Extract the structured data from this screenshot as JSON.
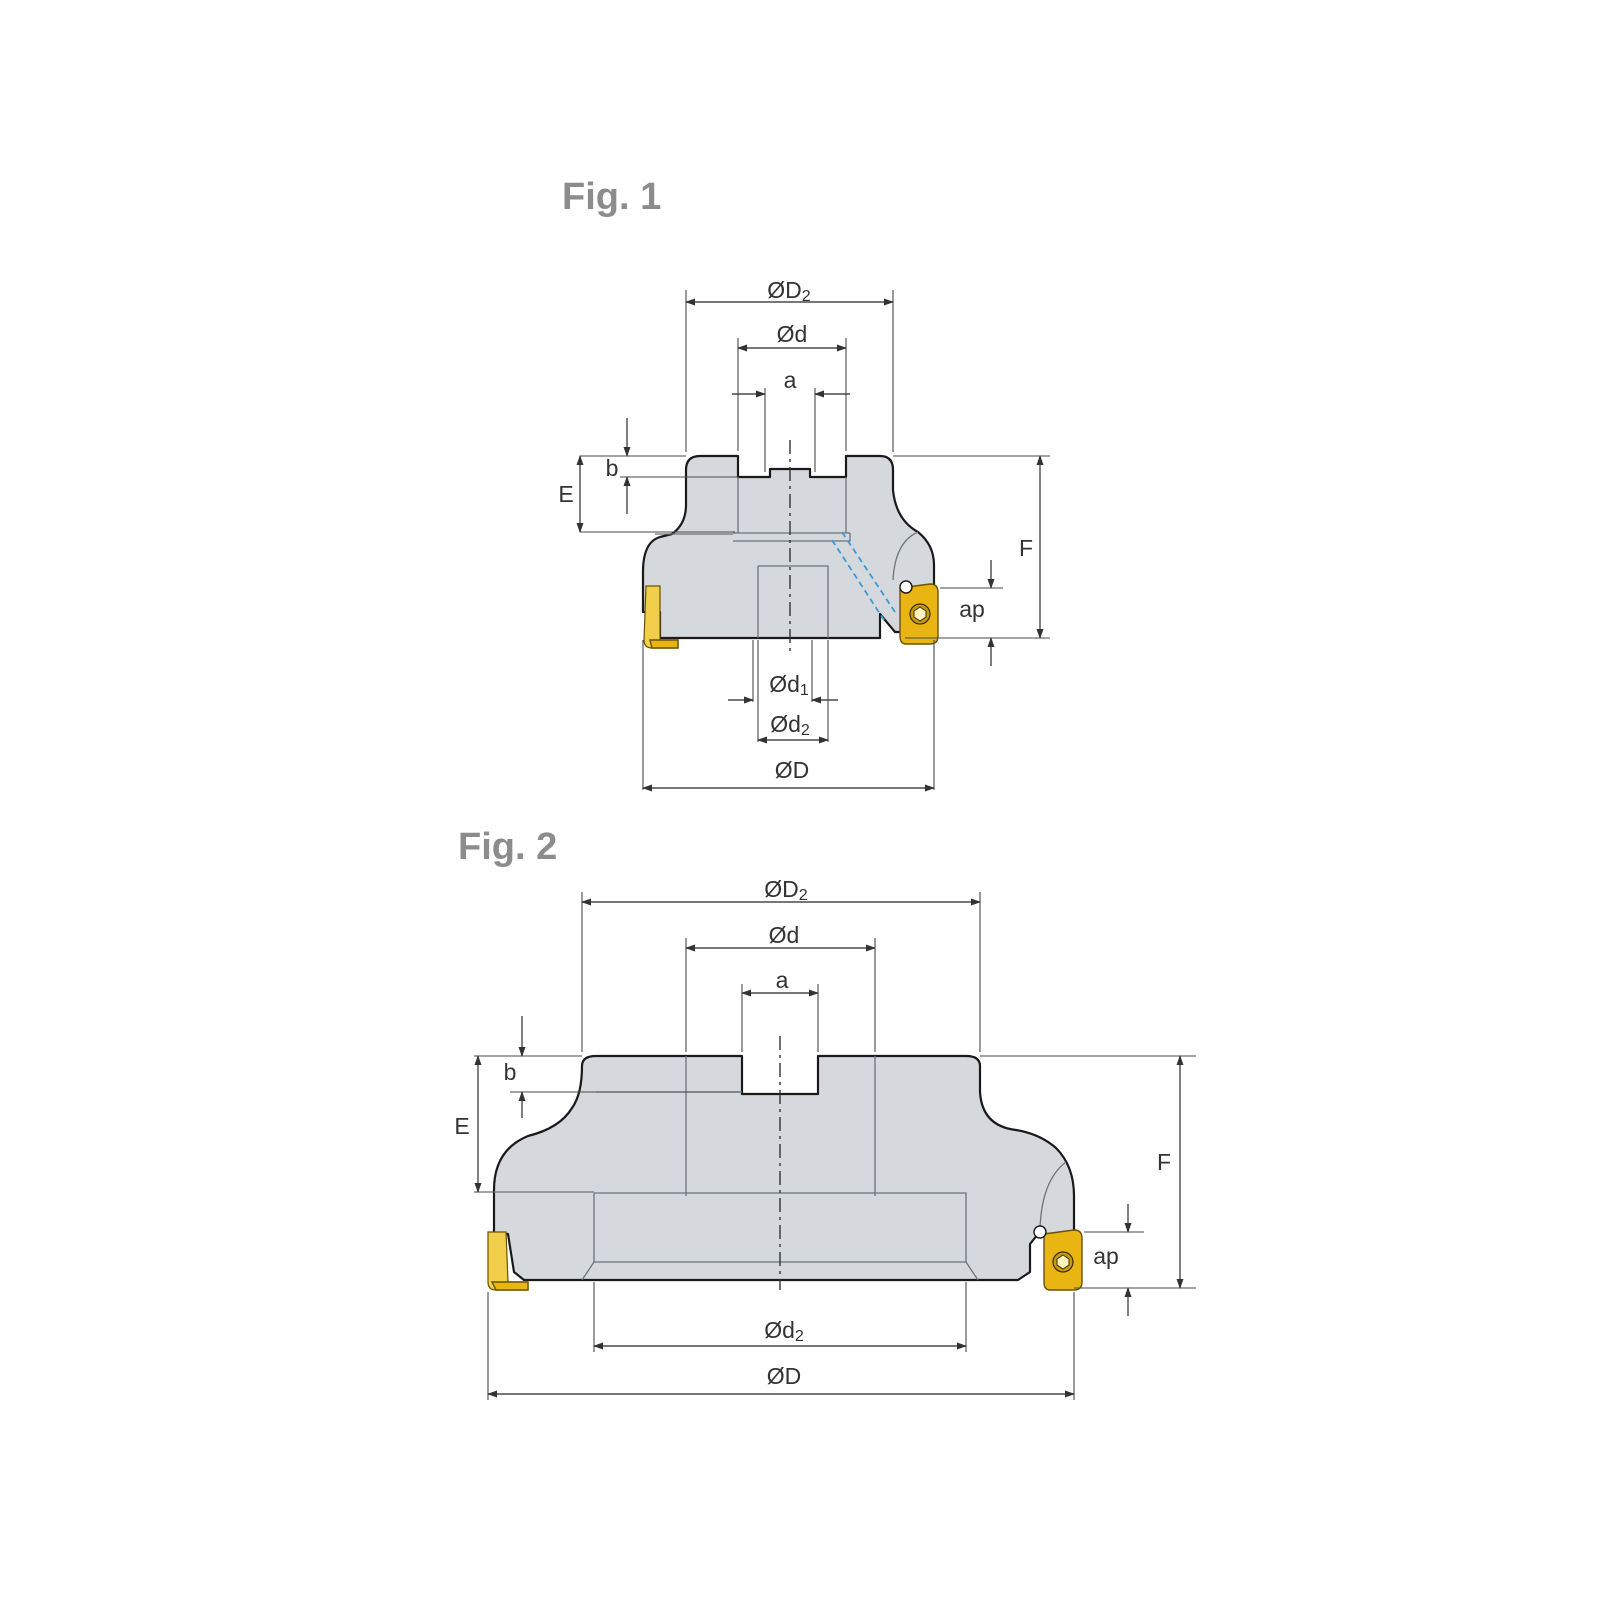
{
  "figures": [
    {
      "title": "Fig. 1",
      "labels": {
        "D2": {
          "main": "ØD",
          "sub": "2"
        },
        "d": {
          "main": "Ød",
          "sub": ""
        },
        "a": {
          "main": "a",
          "sub": ""
        },
        "b": {
          "main": "b",
          "sub": ""
        },
        "E": {
          "main": "E",
          "sub": ""
        },
        "F": {
          "main": "F",
          "sub": ""
        },
        "ap": {
          "main": "ap",
          "sub": ""
        },
        "d1": {
          "main": "Ød",
          "sub": "1"
        },
        "d2": {
          "main": "Ød",
          "sub": "2"
        },
        "D": {
          "main": "ØD",
          "sub": ""
        }
      }
    },
    {
      "title": "Fig. 2",
      "labels": {
        "D2": {
          "main": "ØD",
          "sub": "2"
        },
        "d": {
          "main": "Ød",
          "sub": ""
        },
        "a": {
          "main": "a",
          "sub": ""
        },
        "b": {
          "main": "b",
          "sub": ""
        },
        "E": {
          "main": "E",
          "sub": ""
        },
        "F": {
          "main": "F",
          "sub": ""
        },
        "ap": {
          "main": "ap",
          "sub": ""
        },
        "d2": {
          "main": "Ød",
          "sub": "2"
        },
        "D": {
          "main": "ØD",
          "sub": ""
        }
      }
    }
  ],
  "colors": {
    "body": "#d5d9dd",
    "insert": "#e8b513",
    "coolant": "#3b9ad6",
    "title": "#8c8c8c"
  }
}
